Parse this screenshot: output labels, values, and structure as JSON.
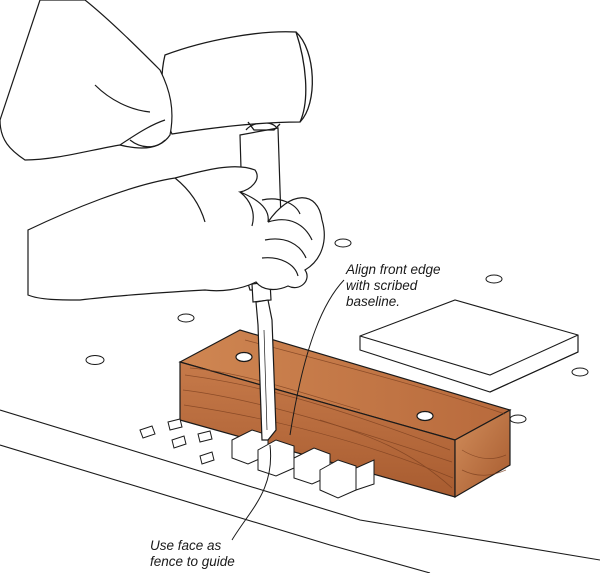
{
  "callouts": {
    "align": {
      "lines": [
        "Align front edge",
        "with scribed",
        "baseline."
      ]
    },
    "fence": {
      "lines": [
        "Use face as",
        "fence to guide"
      ]
    }
  },
  "colors": {
    "wood": "#b86a3c",
    "wood_dark": "#8a4a26",
    "wood_top": "#c87a48",
    "ink": "#1a1a1a",
    "skin": "#ffffff",
    "shadow": "#d9d9d9"
  }
}
